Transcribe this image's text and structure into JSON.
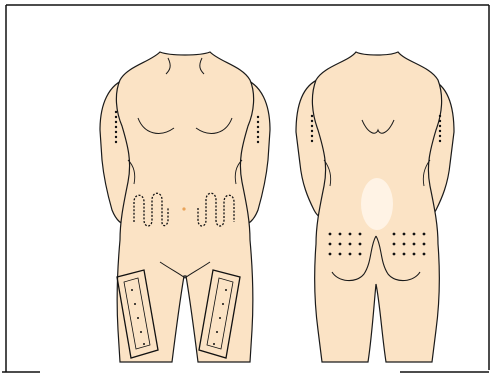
{
  "figure": {
    "colors": {
      "skin": "#fbe3c5",
      "outline": "#1a1a1a",
      "frame": "#111111",
      "background": "#ffffff",
      "glow": "#fff6ea",
      "navel": "#e9a45a"
    },
    "views": [
      {
        "name": "front-view",
        "sites": [
          "upper-arms",
          "abdomen",
          "thighs"
        ]
      },
      {
        "name": "back-view",
        "sites": [
          "upper-arms",
          "buttocks"
        ]
      }
    ]
  }
}
